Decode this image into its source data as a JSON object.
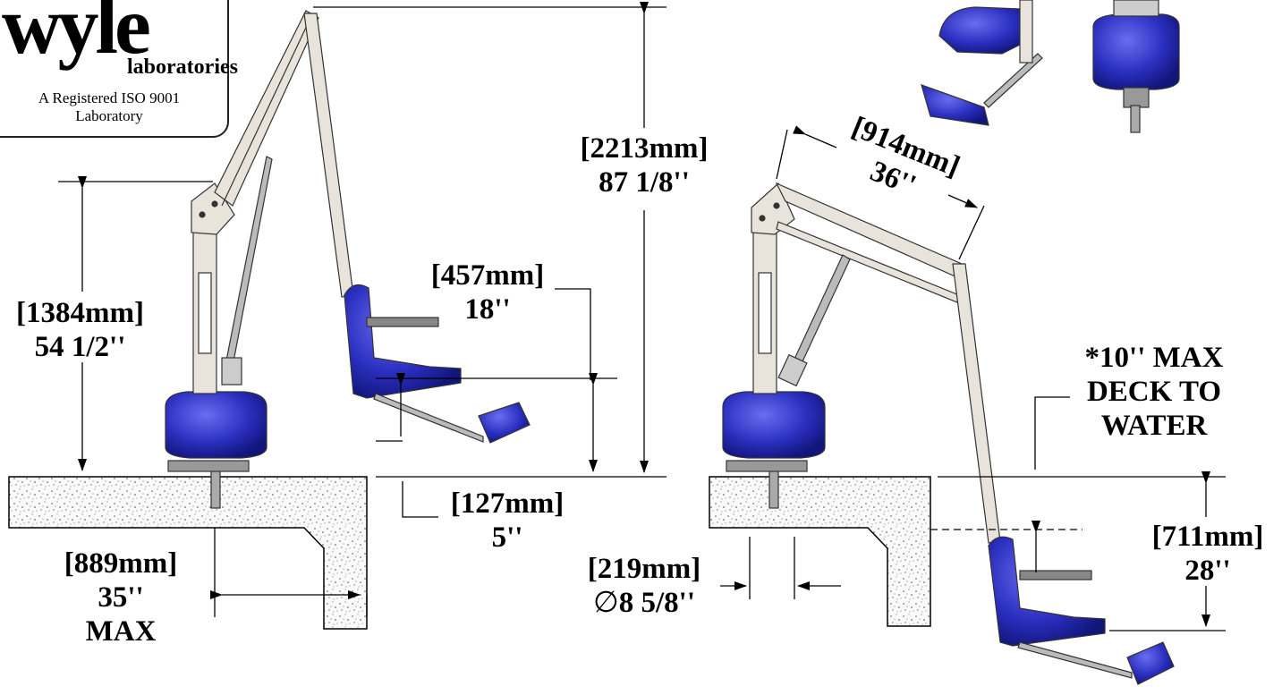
{
  "logo": {
    "name": "wyle",
    "subname": "laboratories",
    "certification_line1": "A Registered ISO 9001",
    "certification_line2": "Laboratory"
  },
  "dimensions": {
    "overall_height": {
      "metric": "[2213mm]",
      "imperial": "87 1/8''"
    },
    "deck_height": {
      "metric": "[1384mm]",
      "imperial": "54 1/2''"
    },
    "seat_height": {
      "metric": "[457mm]",
      "imperial": "18''"
    },
    "clearance": {
      "metric": "[127mm]",
      "imperial": "5''"
    },
    "reach": {
      "metric": "[889mm]",
      "imperial": "35''",
      "note": "MAX"
    },
    "boom_length": {
      "metric": "[914mm]",
      "imperial": "36''"
    },
    "base_diameter": {
      "metric": "[219mm]",
      "imperial": "8 5/8''",
      "symbol": "∅"
    },
    "water_depth": {
      "metric": "[711mm]",
      "imperial": "28''"
    },
    "deck_to_water": {
      "line1": "*10'' MAX",
      "line2": "DECK TO",
      "line3": "WATER"
    }
  },
  "colors": {
    "seat_blue": "#2a2fbf",
    "frame": "#e8e4dc",
    "concrete": "#f2f2f2",
    "line": "#000000"
  }
}
